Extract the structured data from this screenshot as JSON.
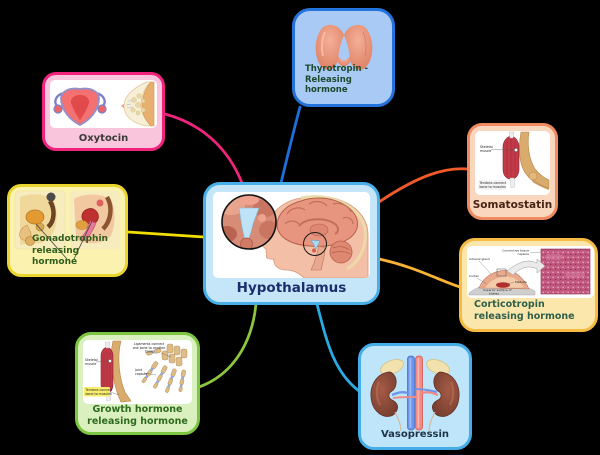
{
  "canvas": {
    "background": "#000000"
  },
  "center": {
    "label": "Hypothalamus"
  },
  "thyrotropin": {
    "label1": "Thyrotropin -",
    "label2": "Releasing hormone"
  },
  "oxytocin": {
    "label": "Oxytocin"
  },
  "gonadotrophin": {
    "label1": "Gonadotrophin",
    "label2": "releasing hormone"
  },
  "growth": {
    "label1": "Growth hormone",
    "label2": "releasing hormone",
    "ann_lig1": "Ligaments connect",
    "ann_lig2": "one bone to another",
    "ann_lig3": "bone",
    "ann_skel1": "Skeletal",
    "ann_skel2": "muscle",
    "ann_joint1": "Joint",
    "ann_joint2": "capsule",
    "ann_tend1": "Tendons connect",
    "ann_tend2": "bone to muscles"
  },
  "somatostatin": {
    "label": "Somatostatin",
    "ann_skel1": "Skeletal",
    "ann_skel2": "muscle",
    "ann_tend1": "Tendons connect",
    "ann_tend2": "bone to muscles"
  },
  "corticotropin": {
    "label1": "Corticotropin",
    "label2": "releasing hormone",
    "ann_cap1": "Connective tissue",
    "ann_cap2": "capsule",
    "ann_adrenal": "Adrenal gland",
    "ann_cortex": "Cortex",
    "ann_medulla": "Medulla",
    "ann_sup1": "Superior surface of",
    "ann_sup2": "kidney"
  },
  "vasopressin": {
    "label": "Vasopressin"
  },
  "colors": {
    "line_thyrotropin": "#1E6FD9",
    "line_oxytocin": "#F0247C",
    "line_gonadotrophin": "#F2DE00",
    "line_growth": "#8CC63F",
    "line_somatostatin": "#F15A29",
    "line_corticotropin": "#F9B233",
    "line_vasopressin": "#29ABE2",
    "center_border": "#49AFE8",
    "thyrotropin_border": "#2472DC",
    "oxytocin_border": "#F0247C",
    "gonadotrophin_border": "#E9D52E",
    "growth_border": "#7DC642",
    "somatostatin_border": "#EF8A61",
    "corticotropin_border": "#F5BB44",
    "vasopressin_border": "#45AEE8"
  }
}
